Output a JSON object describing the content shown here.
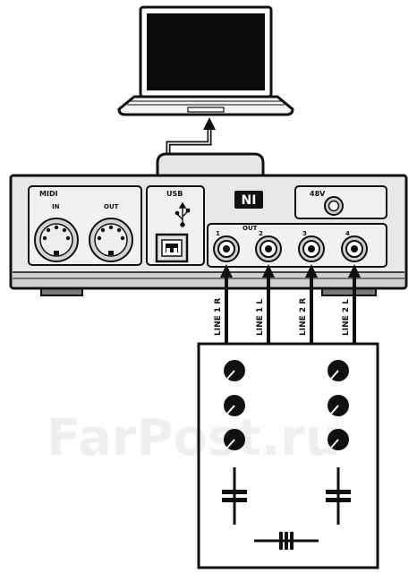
{
  "interface": {
    "midi": {
      "title": "MIDI",
      "in_label": "IN",
      "out_label": "OUT"
    },
    "usb": {
      "title": "USB"
    },
    "logo": {
      "text": "NI"
    },
    "phantom": {
      "label": "48V"
    },
    "outputs": {
      "title": "OUT",
      "jack_numbers": [
        "1",
        "2",
        "3",
        "4"
      ]
    }
  },
  "cables": [
    "LINE 1 R",
    "LINE 1 L",
    "LINE 2 R",
    "LINE 2 L"
  ],
  "watermark": "FarPost.ru",
  "colors": {
    "outline": "#111111",
    "panel_fill": "#ececec",
    "panel_mid": "#d6d6d6",
    "screen": "#0a0a0a",
    "background": "#ffffff"
  },
  "icons": {
    "usb_symbol": "usb-trident-icon",
    "arrow": "arrow-up-icon"
  }
}
